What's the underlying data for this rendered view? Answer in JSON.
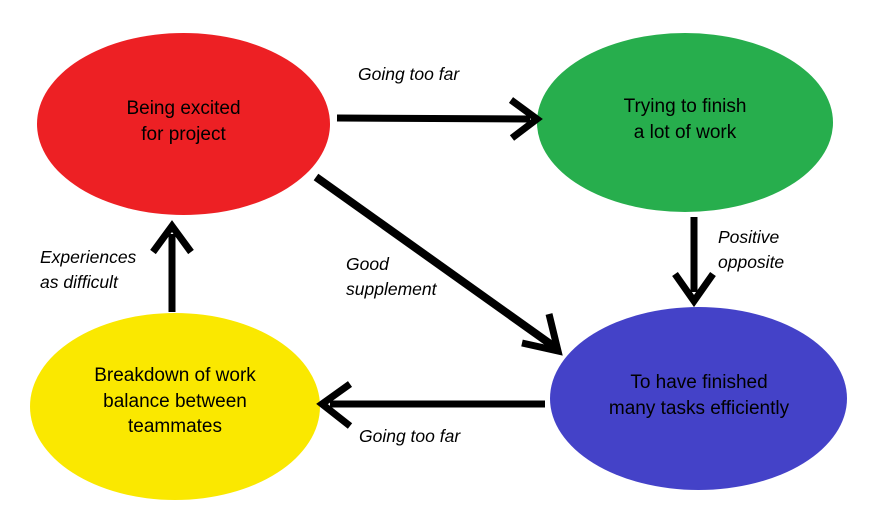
{
  "diagram": {
    "type": "cycle-diagram",
    "background_color": "#FFFFFF",
    "nodes": [
      {
        "id": "being-excited",
        "label": "Being excited\nfor project",
        "color": "#ED2024",
        "shape": "ellipse"
      },
      {
        "id": "trying-to-finish",
        "label": "Trying to finish\na lot of work",
        "color": "#27AE4D",
        "shape": "ellipse"
      },
      {
        "id": "breakdown-of-work",
        "label": "Breakdown of work\nbalance between\nteammates",
        "color": "#FAE800",
        "shape": "ellipse"
      },
      {
        "id": "to-have-finished",
        "label": "To have finished\nmany tasks efficiently",
        "color": "#4442C8",
        "shape": "ellipse"
      }
    ],
    "edges": [
      {
        "id": "excited-to-trying",
        "label": "Going too far",
        "from": "being-excited",
        "to": "trying-to-finish",
        "color": "#000000"
      },
      {
        "id": "trying-to-finished",
        "label": "Positive\nopposite",
        "from": "trying-to-finish",
        "to": "to-have-finished",
        "color": "#000000"
      },
      {
        "id": "excited-to-finished",
        "label": "Good\nsupplement",
        "from": "being-excited",
        "to": "to-have-finished",
        "color": "#000000"
      },
      {
        "id": "finished-to-breakdown",
        "label": "Going too far",
        "from": "to-have-finished",
        "to": "breakdown-of-work",
        "color": "#000000"
      },
      {
        "id": "breakdown-to-excited",
        "label": "Experiences\nas difficult",
        "from": "breakdown-of-work",
        "to": "being-excited",
        "color": "#000000"
      }
    ]
  }
}
